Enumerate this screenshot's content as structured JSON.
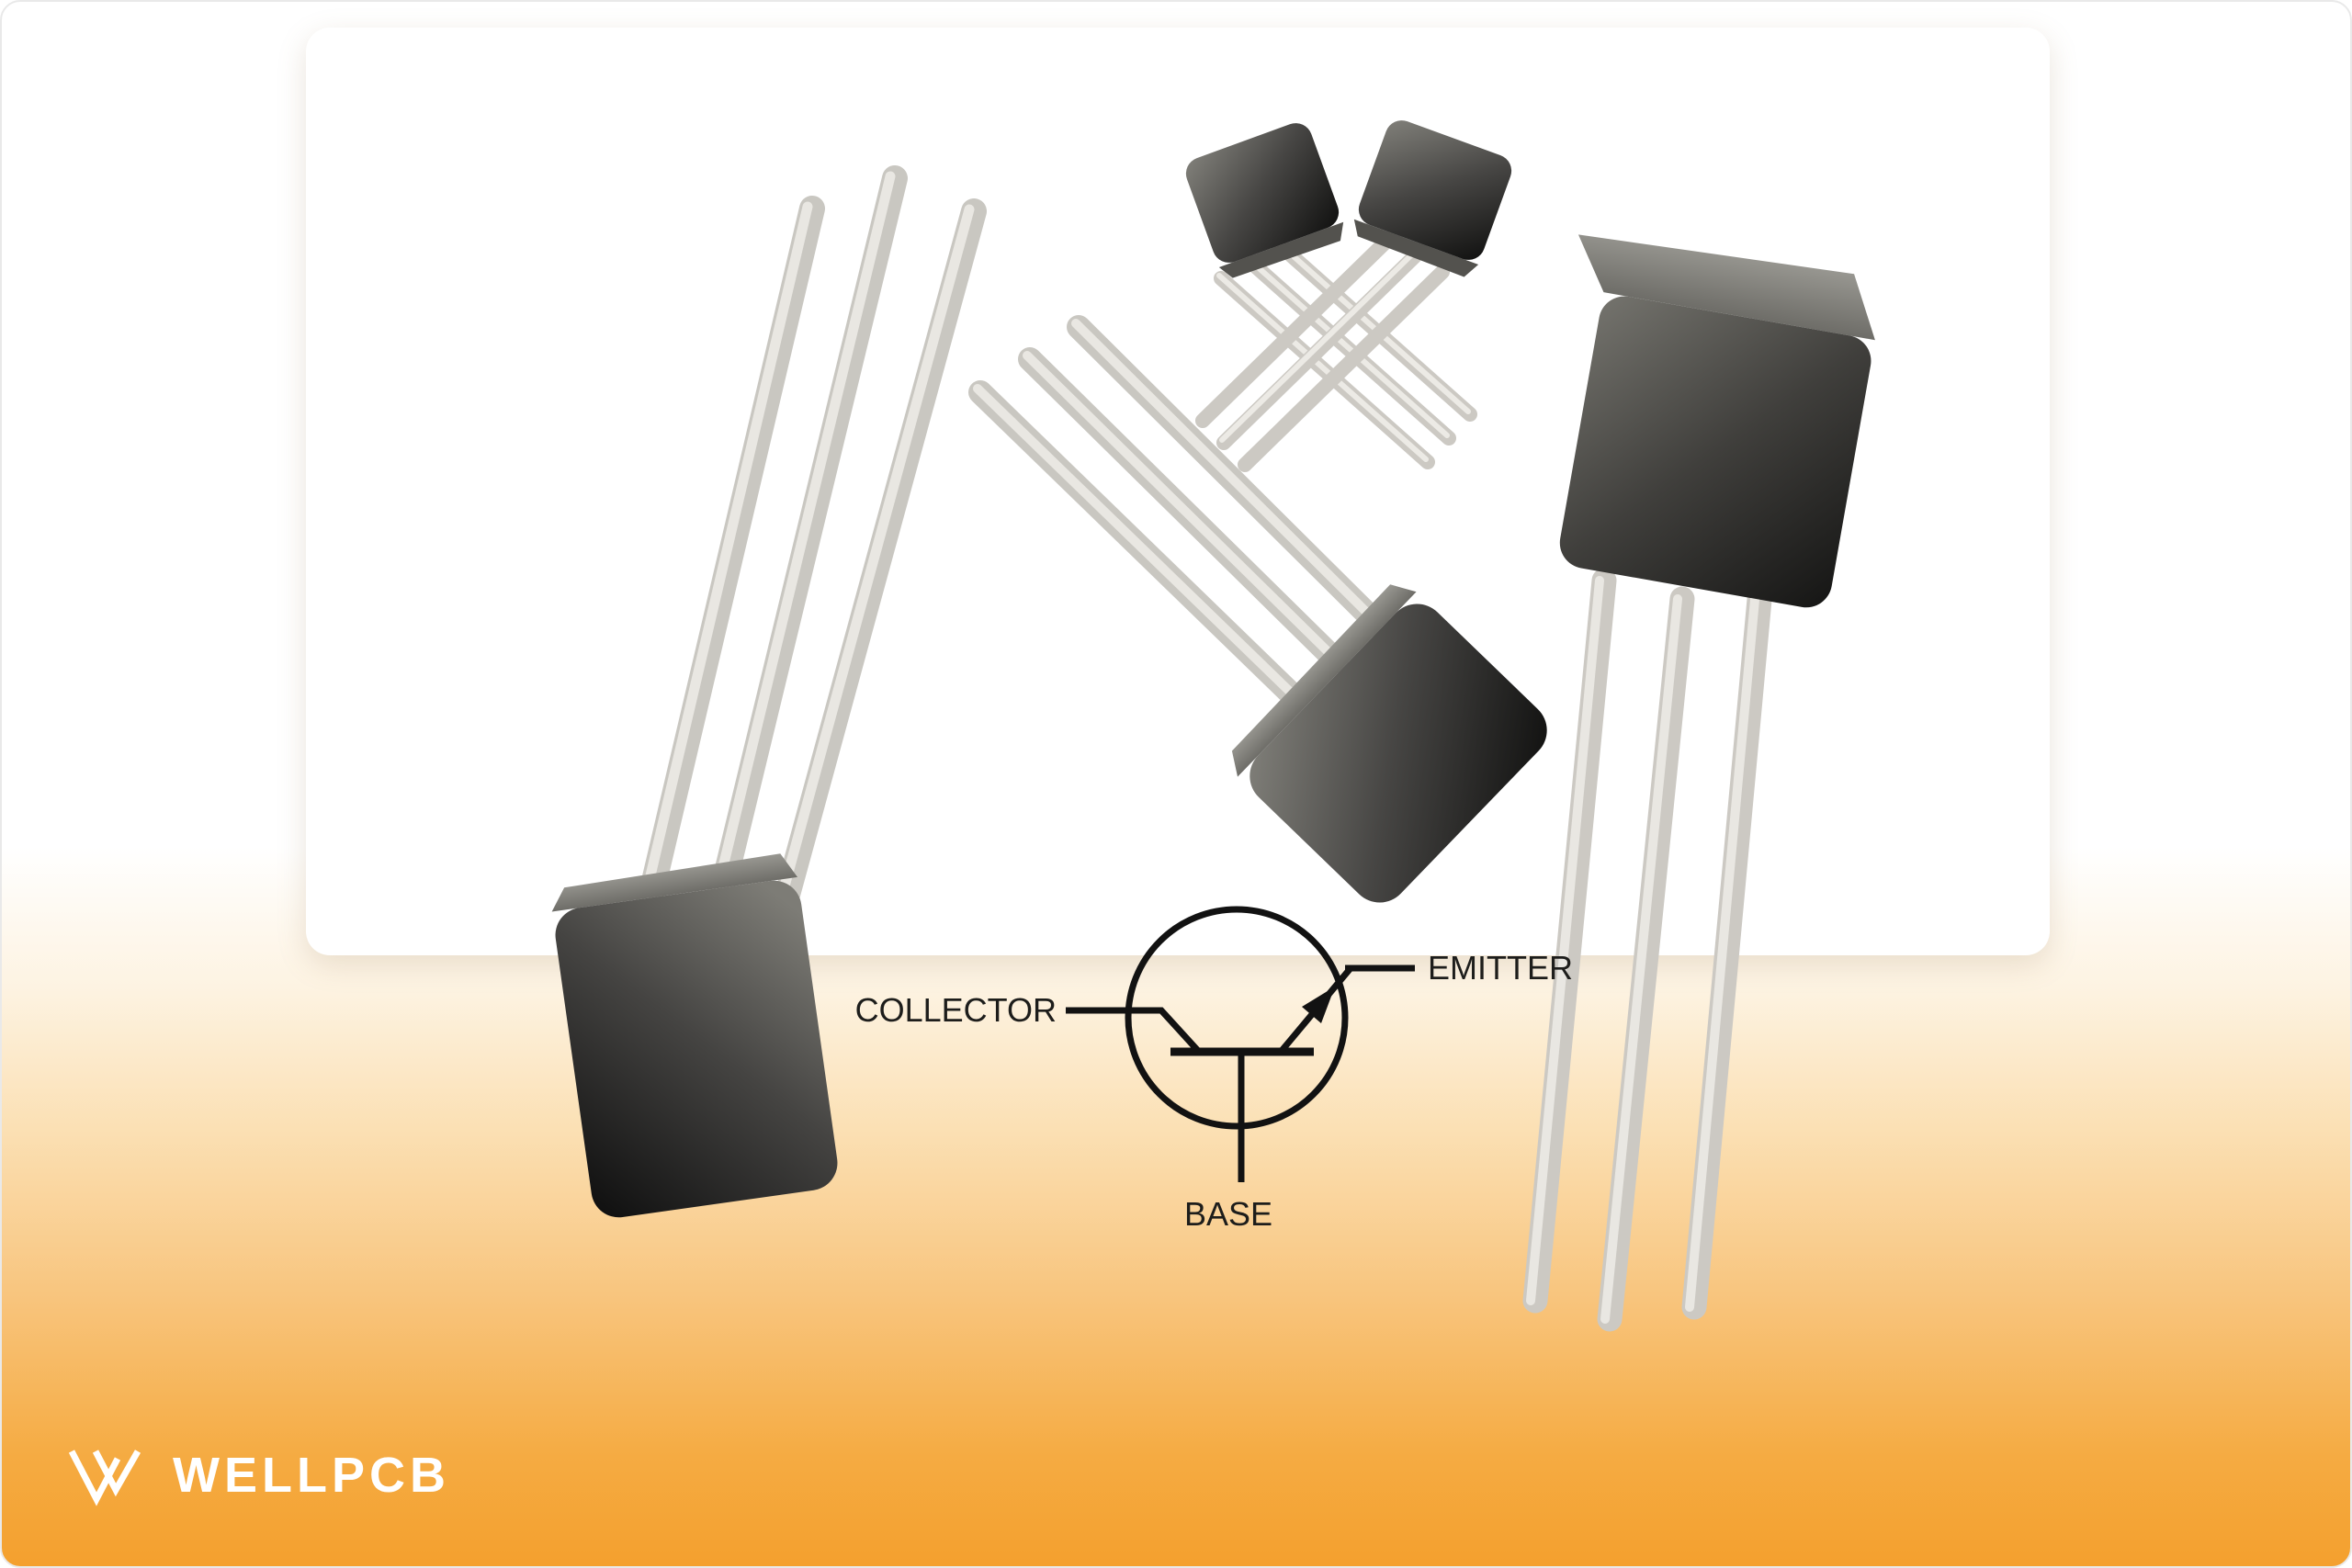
{
  "schematic": {
    "collector_label": "COLLECTOR",
    "emitter_label": "EMITTER",
    "base_label": "BASE"
  },
  "footer": {
    "brand": "WELLPCB"
  },
  "colors": {
    "bottom_gradient_orange": "#f4a02e",
    "transistor_body_dark": "#161615",
    "transistor_body_light": "#8b8a85",
    "lead_silver": "#cfcdc7",
    "lead_highlight": "#e9e7e2",
    "schematic_stroke": "#121212",
    "brand_white": "#ffffff"
  },
  "icons": {
    "brand_logo": "wellpcb-w-logo"
  }
}
